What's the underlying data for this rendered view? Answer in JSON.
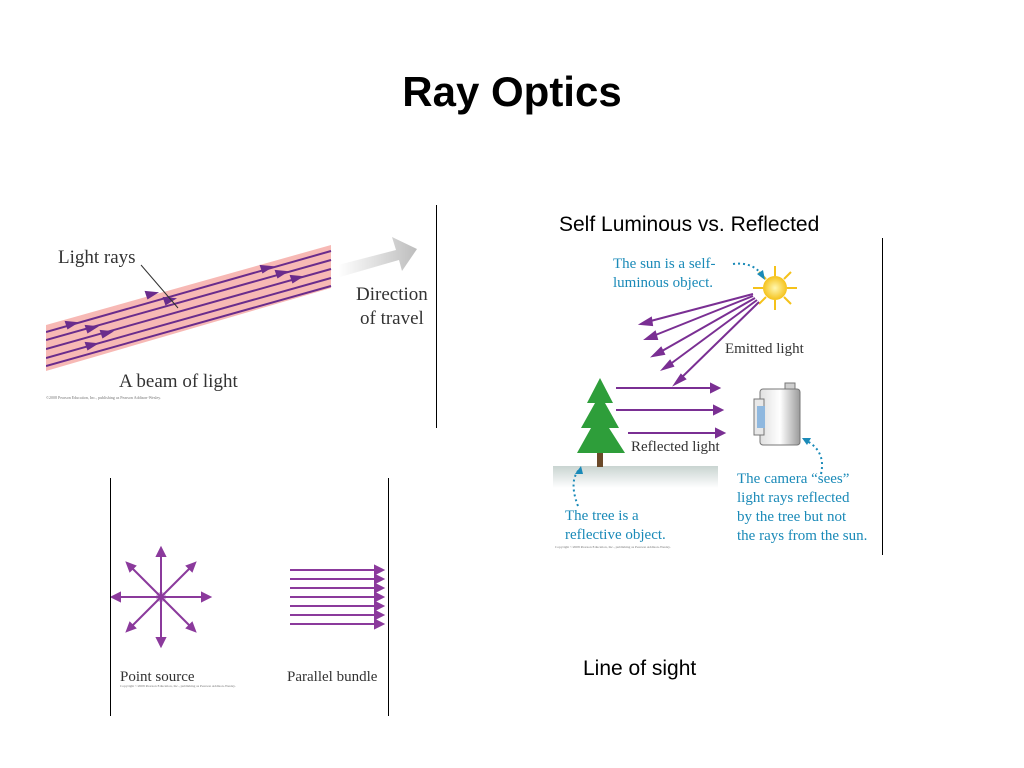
{
  "slide": {
    "title": "Ray Optics",
    "self_luminous_caption": "Self Luminous vs. Reflected",
    "line_of_sight_caption": "Line of sight"
  },
  "beam_figure": {
    "label_light_rays": "Light rays",
    "label_direction_line1": "Direction",
    "label_direction_line2": "of travel",
    "label_beam": "A beam of light",
    "copyright": "©2008 Pearson Education, Inc., publishing as Pearson Addison-Wesley.",
    "beam_color": "#f7b9b5",
    "ray_color": "#6a2c8c"
  },
  "sources_figure": {
    "label_point_source": "Point source",
    "label_parallel_bundle": "Parallel bundle",
    "copyright": "Copyright ©2008 Pearson Education, Inc., publishing as Pearson Addison-Wesley.",
    "ray_color": "#8b3a9c"
  },
  "reflection_figure": {
    "label_sun_line1": "The sun is a self-",
    "label_sun_line2": "luminous object.",
    "label_emitted": "Emitted light",
    "label_reflected": "Reflected light",
    "label_tree_line1": "The tree is a",
    "label_tree_line2": "reflective object.",
    "label_camera_line1": "The camera “sees”",
    "label_camera_line2": "light rays reflected",
    "label_camera_line3": "by the tree but not",
    "label_camera_line4": "the rays from the sun.",
    "copyright": "Copyright ©2008 Pearson Education, Inc., publishing as Pearson Addison-Wesley.",
    "callout_color": "#1a8ab8",
    "ray_color": "#7a2f93",
    "sun_color": "#f5c21a",
    "tree_color": "#2e9e3a"
  }
}
